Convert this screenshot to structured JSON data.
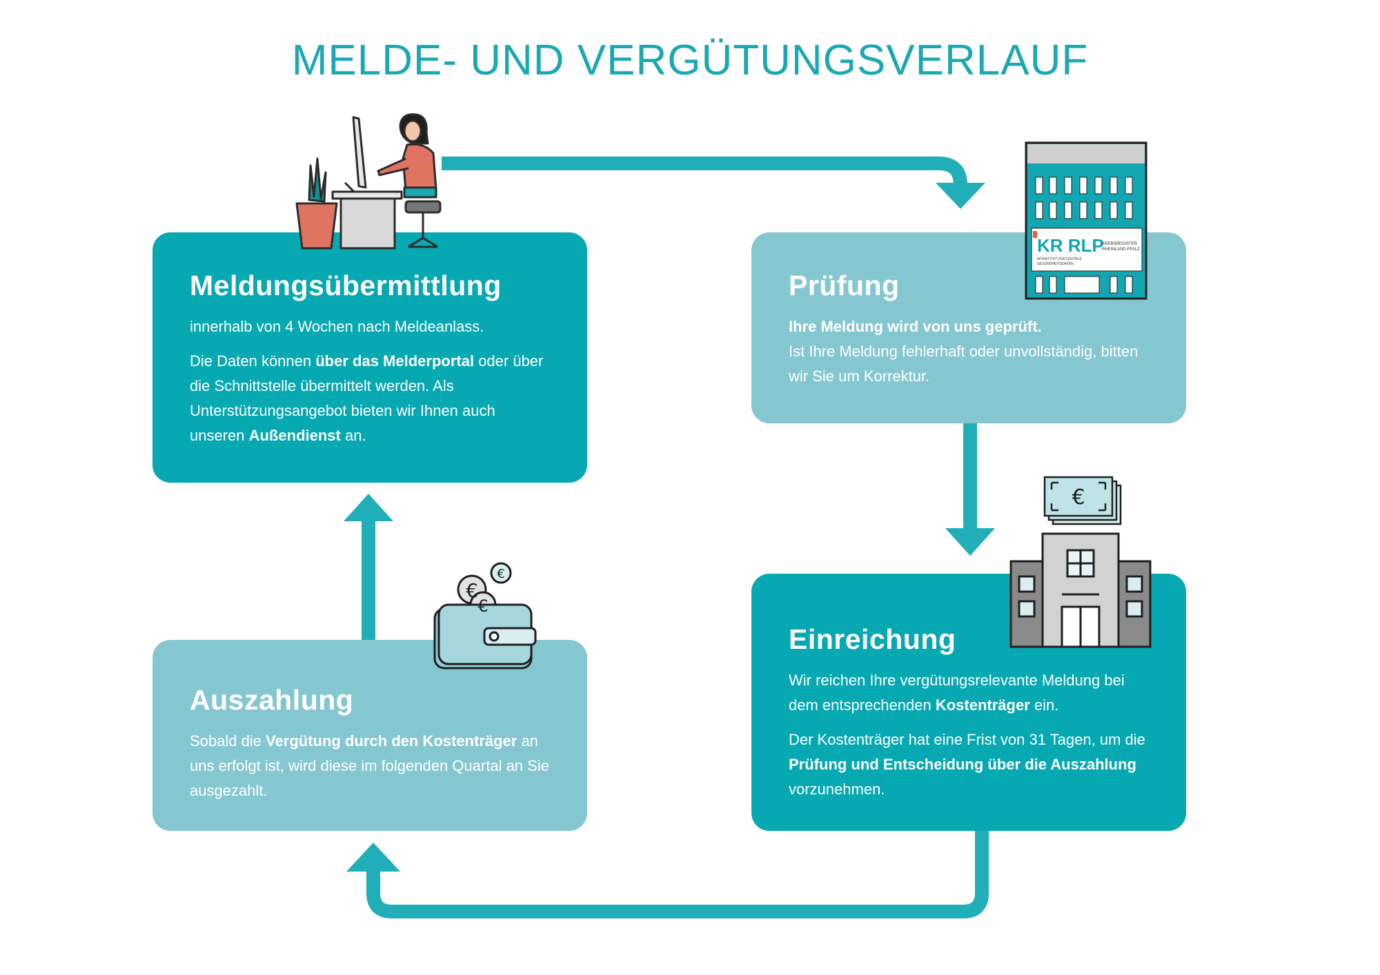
{
  "title": "MELDE- UND VERGÜTUNGSVERLAUF",
  "colors": {
    "accent": "#1aa8b2",
    "dark_card": "#06a8b2",
    "light_card": "#85c7d0",
    "arrow": "#20aeb8"
  },
  "cards": {
    "submission": {
      "heading": "Meldungsübermittlung",
      "line1": "innerhalb von 4 Wochen nach Meldeanlass.",
      "p2_a": "Die Daten können ",
      "p2_b": "über das Melderportal",
      "p2_c": " oder über die Schnittstelle übermittelt werden. Als Unterstützungsangebot bieten wir Ihnen auch unseren ",
      "p2_d": "Außendienst",
      "p2_e": " an."
    },
    "review": {
      "heading": "Prüfung",
      "bold": "Ihre Meldung wird von uns geprüft.",
      "text": "Ist Ihre Meldung fehlerhaft oder unvollständig, bitten wir Sie um Korrektur."
    },
    "filing": {
      "heading": "Einreichung",
      "p1_a": "Wir reichen Ihre vergütungsrelevante Meldung bei dem entsprechenden ",
      "p1_b": "Kostenträger",
      "p1_c": " ein.",
      "p2_a": "Der Kostenträger hat eine Frist von 31 Tagen, um die ",
      "p2_b": "Prüfung und Entscheidung über die Auszahlung",
      "p2_c": " vorzunehmen."
    },
    "payout": {
      "heading": "Auszahlung",
      "p_a": "Sobald die ",
      "p_b": "Vergütung durch den Kostenträger",
      "p_c": " an uns erfolgt ist, wird diese im folgenden Quartal an Sie ausgezahlt."
    }
  },
  "logo": {
    "name": "KR RLP",
    "line1": "KREBSREGISTER",
    "line2": "RHEINLAND-PFALZ",
    "sub1": "IM INSTITUT FÜR DIGITALE",
    "sub2": "GESUNDHEITSDATEN"
  },
  "currency_symbol": "€",
  "icons": [
    "person-at-desk-icon",
    "office-building-icon",
    "cash-icon",
    "insurer-building-icon",
    "wallet-coins-icon"
  ]
}
